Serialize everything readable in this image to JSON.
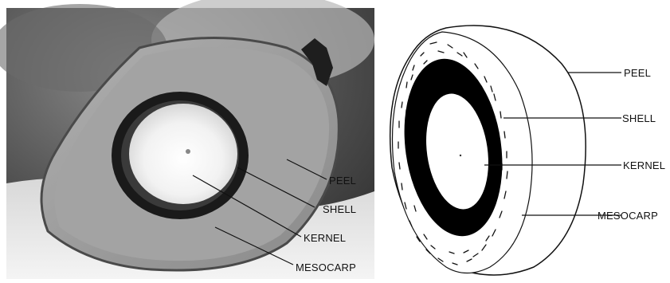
{
  "photo": {
    "labels": {
      "peel": "PEEL",
      "shell": "SHELL",
      "kernel": "KERNEL",
      "mesocarp": "MESOCARP"
    }
  },
  "drawing": {
    "labels": {
      "peel": "PEEL",
      "shell": "SHELL",
      "kernel": "KERNEL",
      "mesocarp": "MESOCARP"
    }
  },
  "colors": {
    "shell": "#000000",
    "kernel": "#ffffff",
    "photo_background": "#5a5a5a",
    "photo_fruit": "#9a9a9a"
  }
}
